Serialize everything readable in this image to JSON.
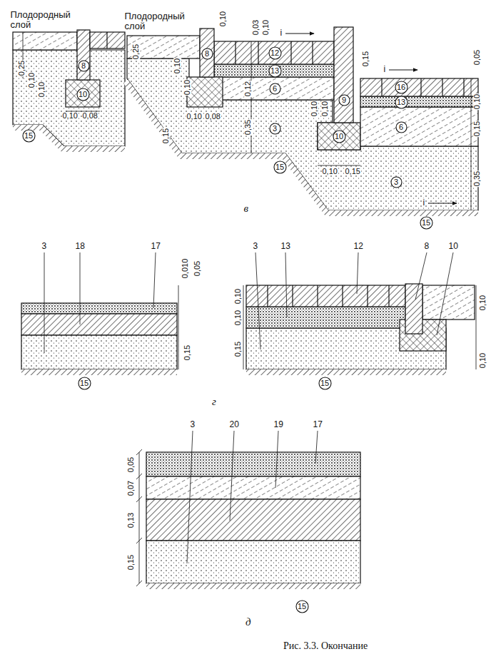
{
  "diagram": {
    "caption": "Рис. 3.3. Окончание",
    "nodes": [
      {
        "text": [
          "15"
        ]
      },
      {
        "text": [
          "8"
        ]
      },
      {
        "text": [
          "10"
        ]
      },
      {
        "text": [
          "8"
        ]
      },
      {
        "text": [
          "12"
        ]
      },
      {
        "text": [
          "13"
        ]
      },
      {
        "text": [
          "6"
        ]
      },
      {
        "text": [
          "3"
        ]
      },
      {
        "text": [
          "15"
        ]
      },
      {
        "text": [
          "9"
        ]
      },
      {
        "text": [
          "10"
        ]
      },
      {
        "text": [
          "16"
        ]
      },
      {
        "text": [
          "13"
        ]
      },
      {
        "text": [
          "6"
        ]
      },
      {
        "text": [
          "3"
        ]
      },
      {
        "text": [
          "15"
        ]
      },
      {
        "text": [
          "15"
        ]
      },
      {
        "text": [
          "15"
        ]
      },
      {
        "text": [
          "15"
        ]
      }
    ],
    "labels": [
      "Плодородный слой",
      "Плодородный слой",
      "0,25",
      "0,10",
      "0,10",
      "0,10",
      "0,08",
      "0,25",
      "0,10",
      "0,10",
      "0,10",
      "0,08",
      "0,10",
      "0,15",
      "0,03",
      "0,10",
      "0,12",
      "0,35",
      "0,10",
      "0,10",
      "0,10",
      "0,15",
      "0,15",
      "0,05",
      "0,10",
      "0,15",
      "0,35",
      "i",
      "i",
      "i",
      "в",
      "3",
      "18",
      "17",
      "0,010",
      "0,05",
      "0,15",
      "3",
      "13",
      "12",
      "8",
      "10",
      "0,10",
      "0,10",
      "0,15",
      "0,10",
      "0,10",
      "г",
      "3",
      "20",
      "19",
      "17",
      "0,05",
      "0,07",
      "0,13",
      "0,15",
      "д"
    ]
  }
}
